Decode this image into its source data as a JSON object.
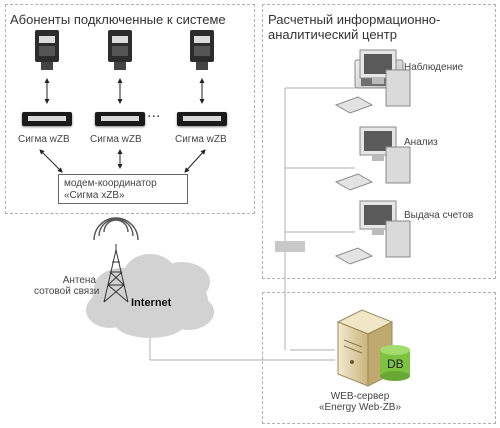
{
  "left_zone": {
    "title": "Абоненты подключенные к системе"
  },
  "right_zone": {
    "title": "Расчетный информационно-\nаналитический центр"
  },
  "subscribers": [
    {
      "label": "Сигма wZB"
    },
    {
      "label": "Сигма wZB"
    },
    {
      "label": "Сигма wZB"
    }
  ],
  "ellipsis": "...",
  "coordinator": {
    "line1": "модем-координатор",
    "line2": "«Сигма xZB»"
  },
  "antenna": {
    "line1": "Антена",
    "line2": "сотовой связи"
  },
  "internet": {
    "label": "Internet"
  },
  "workstations": [
    {
      "label": "Наблюдение"
    },
    {
      "label": "Анализ"
    },
    {
      "label": "Выдача счетов"
    }
  ],
  "server": {
    "db_label": "DB",
    "line1": "WEB-сервер",
    "line2": "«Energy Web-ZB»"
  },
  "colors": {
    "cloud": "#d2d2d2",
    "db": "#7ec242",
    "server": "#e8d9a8",
    "zone_border": "#b0b0b0",
    "meter": "#2c2c2c"
  }
}
